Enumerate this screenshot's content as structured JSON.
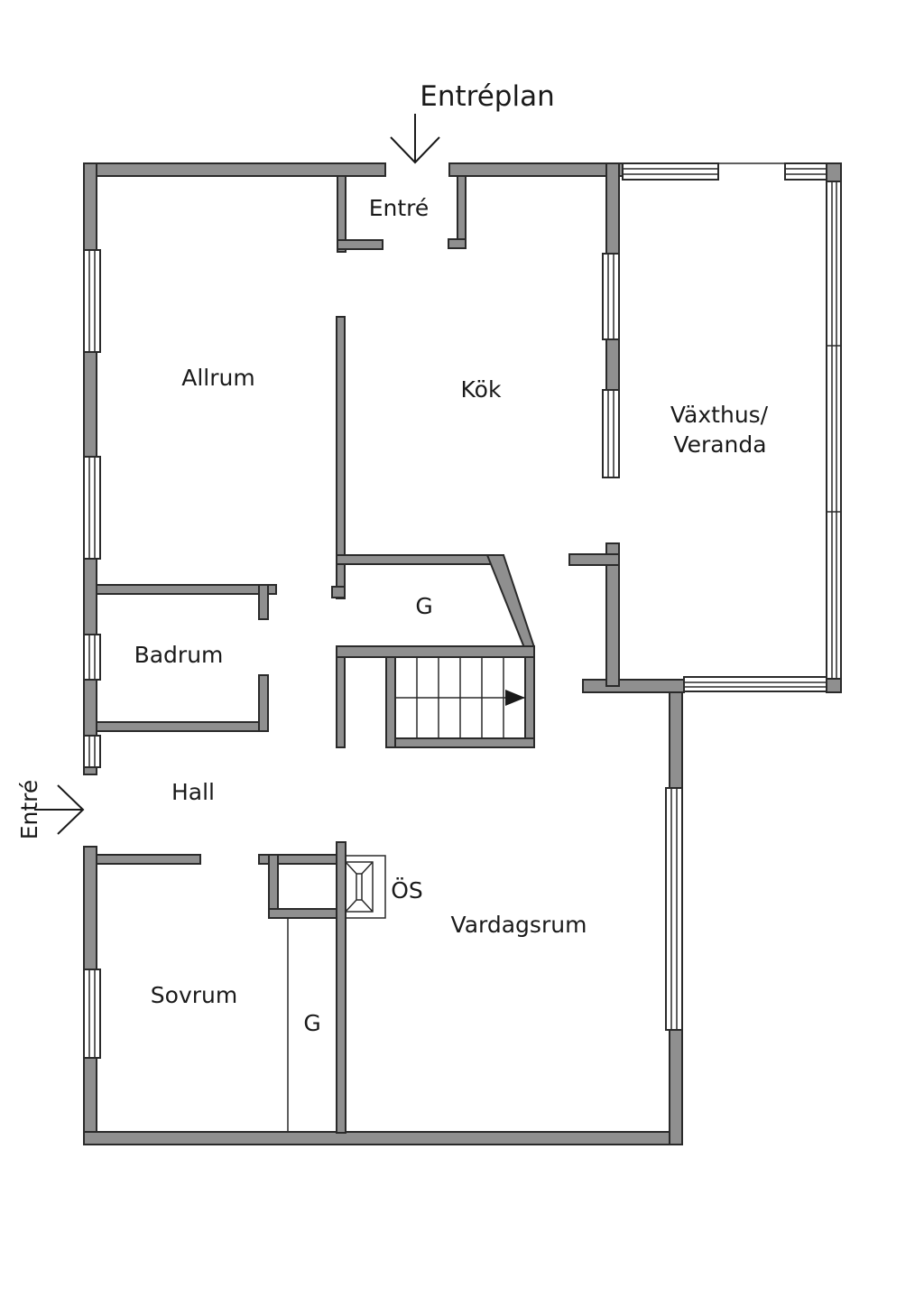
{
  "title": "Entréplan",
  "entrance_side_label": "Entré",
  "rooms": {
    "entre": "Entré",
    "allrum": "Allrum",
    "kok": "Kök",
    "vaxthus_line1": "Växthus/",
    "vaxthus_line2": "Veranda",
    "badrum": "Badrum",
    "garderob_upper": "G",
    "hall": "Hall",
    "oppen_spis": "ÖS",
    "vardagsrum": "Vardagsrum",
    "sovrum": "Sovrum",
    "garderob_lower": "G"
  },
  "colors": {
    "wall_fill": "#8f8f8f",
    "wall_outline": "#2a2a2a",
    "background": "#ffffff"
  }
}
